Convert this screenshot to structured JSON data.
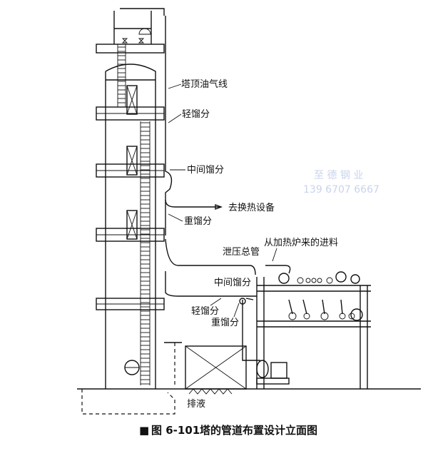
{
  "labels": {
    "overhead_vapor_line": "塔顶油气线",
    "light_fraction_upper": "轻馏分",
    "middle_fraction_upper": "中间馏分",
    "to_heat_exchanger": "去换热设备",
    "heavy_fraction_upper": "重馏分",
    "feed_from_furnace": "从加热炉来的进料",
    "relief_header": "泄压总管",
    "middle_fraction_lower": "中间馏分",
    "light_fraction_lower": "轻馏分",
    "heavy_fraction_lower": "重馏分",
    "drain": "排液"
  },
  "caption": {
    "marker": "■",
    "figure_number": "图 6-101",
    "title": "塔的管道布置设计立面图"
  },
  "watermark": {
    "line1": "至 德 钢 业",
    "line2": "139 6707 6667"
  }
}
